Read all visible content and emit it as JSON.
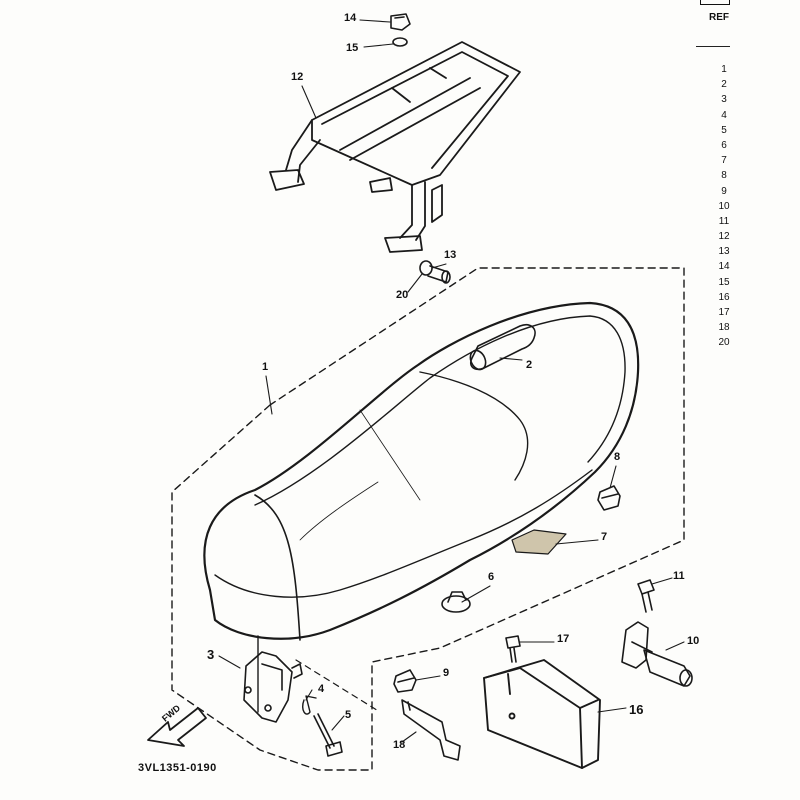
{
  "reference_table": {
    "header": "REF",
    "numbers": [
      "1",
      "2",
      "3",
      "4",
      "5",
      "6",
      "7",
      "8",
      "9",
      "10",
      "11",
      "12",
      "13",
      "14",
      "15",
      "16",
      "17",
      "18",
      "20"
    ]
  },
  "callouts": {
    "c1": "1",
    "c2": "2",
    "c3": "3",
    "c4": "4",
    "c5": "5",
    "c6": "6",
    "c7": "7",
    "c8": "8",
    "c9": "9",
    "c10": "10",
    "c11": "11",
    "c12": "12",
    "c13": "13",
    "c14": "14",
    "c15": "15",
    "c16": "16",
    "c17": "17",
    "c18": "18",
    "c20": "20"
  },
  "fwd_label": "FWD",
  "drawing_code": "3VL1351-0190"
}
